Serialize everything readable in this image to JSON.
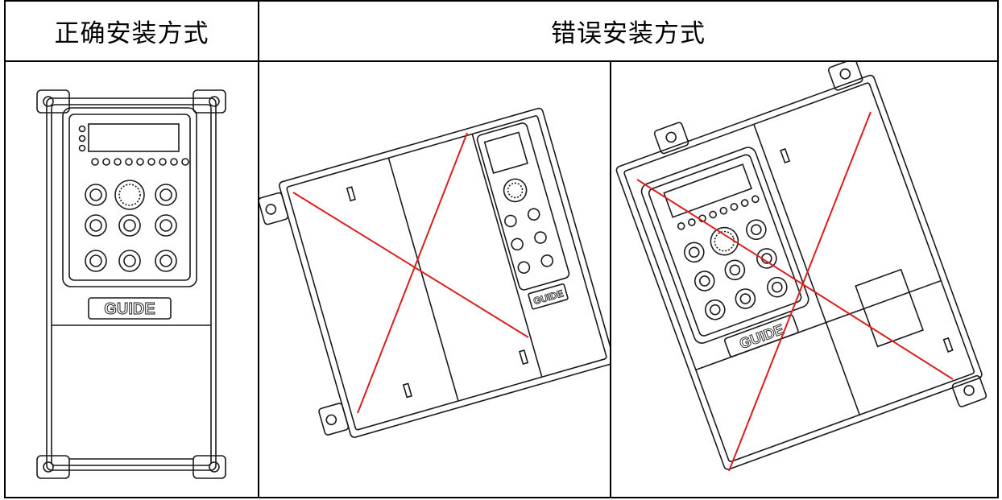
{
  "table": {
    "header_correct": "正确安装方式",
    "header_wrong": "错误安装方式"
  },
  "device": {
    "brand": "GUIDE"
  },
  "colors": {
    "cross_mark": "#d91f1f",
    "outline": "#1a1a1a"
  }
}
